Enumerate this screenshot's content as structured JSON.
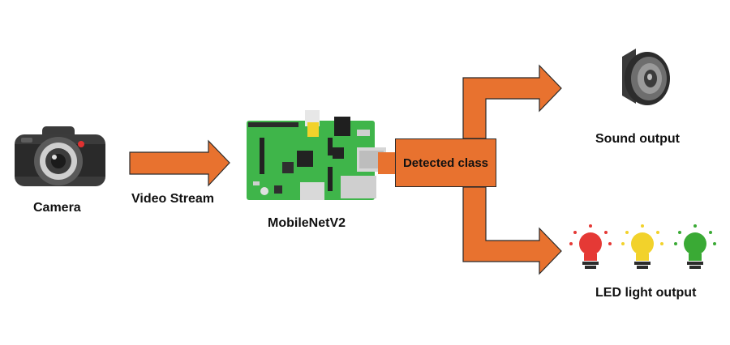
{
  "labels": {
    "camera": "Camera",
    "video_stream": "Video Stream",
    "board": "MobileNetV2",
    "detected_class": "Detected class",
    "sound_output": "Sound output",
    "led_output": "LED light output"
  },
  "icons": {
    "camera": "camera-icon",
    "board": "raspberry-pi-board-icon",
    "speaker": "speaker-icon",
    "bulbs": [
      "bulb-red-icon",
      "bulb-yellow-icon",
      "bulb-green-icon"
    ]
  },
  "colors": {
    "arrow_fill": "#e8722f",
    "arrow_stroke": "#2a2a2a",
    "board_green": "#3fb54a",
    "bulb_red": "#e53935",
    "bulb_yellow": "#f2d22b",
    "bulb_green": "#3aaa35"
  }
}
